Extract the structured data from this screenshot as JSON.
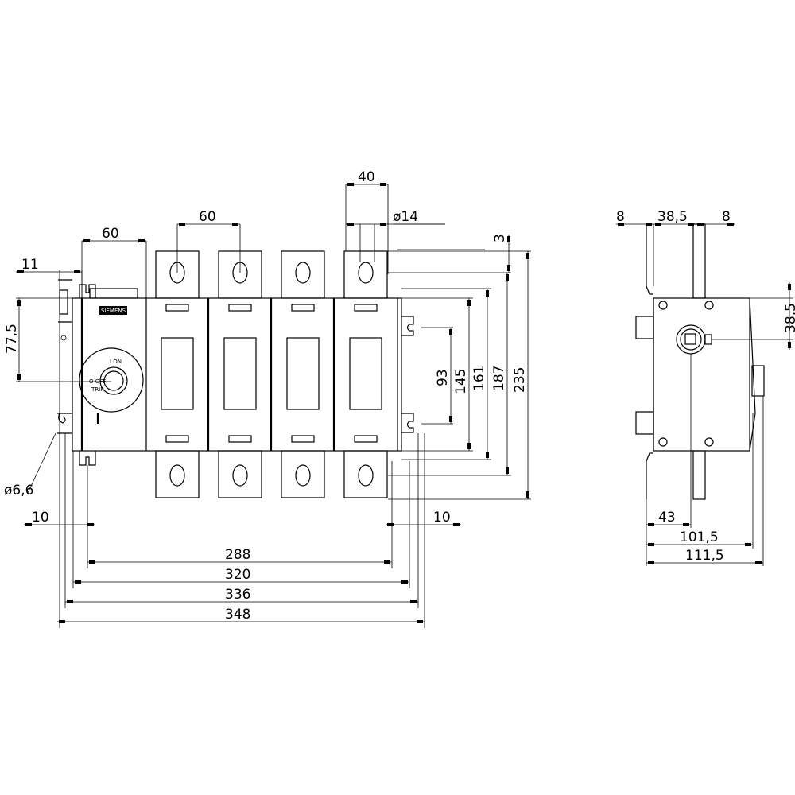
{
  "front_view": {
    "logo_text": "SIEMENS",
    "dial_labels": [
      "I ON",
      "O OFF",
      "TRIP"
    ],
    "dimensions": {
      "terminal_width": "40",
      "hole_diameter": "ø14",
      "pole_pitch": "60",
      "handle_width": "60",
      "flange_offset": "11",
      "terminal_offset": "3",
      "handle_height": "77,5",
      "mount_hole_spacing": "93",
      "body_height": "145",
      "flange_height": "161",
      "terminal_height": "187",
      "overall_height": "235",
      "mount_hole_diameter": "ø6,6",
      "left_margin": "10",
      "right_margin": "10",
      "hole_pitch": "288",
      "body_width": "320",
      "flange_width": "336",
      "overall_width": "348"
    }
  },
  "side_view": {
    "dimensions": {
      "flange_left": "8",
      "shaft_offset": "38,5",
      "flange_right": "8",
      "shaft_height": "38,5",
      "shaft_depth": "43",
      "body_depth": "101,5",
      "overall_depth": "111,5"
    }
  },
  "colors": {
    "line": "#000000",
    "background": "#ffffff"
  }
}
